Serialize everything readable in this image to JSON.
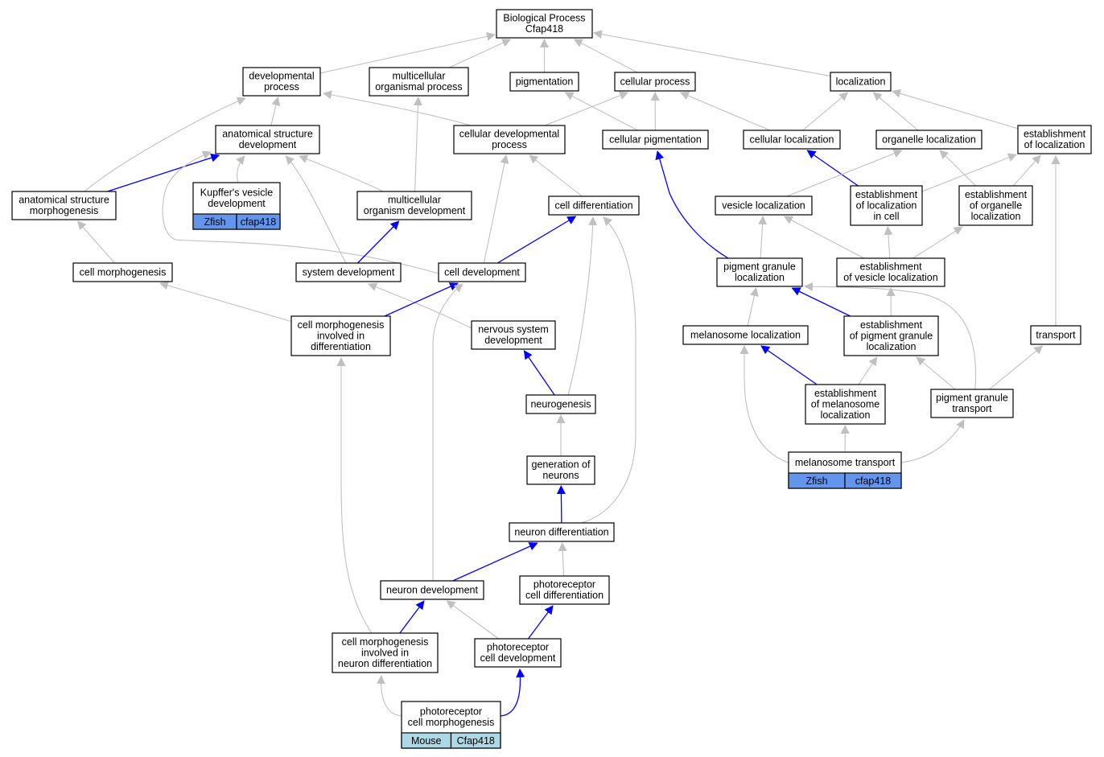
{
  "diagram": {
    "nodes": [
      {
        "id": "bp",
        "lines": [
          "Biological Process",
          "Cfap418"
        ]
      },
      {
        "id": "devproc",
        "lines": [
          "developmental",
          "process"
        ]
      },
      {
        "id": "multiproc",
        "lines": [
          "multicellular",
          "organismal process"
        ]
      },
      {
        "id": "pigm",
        "lines": [
          "pigmentation"
        ]
      },
      {
        "id": "cellproc",
        "lines": [
          "cellular process"
        ]
      },
      {
        "id": "loc",
        "lines": [
          "localization"
        ]
      },
      {
        "id": "anatdev",
        "lines": [
          "anatomical structure",
          "development"
        ]
      },
      {
        "id": "celldevproc",
        "lines": [
          "cellular developmental",
          "process"
        ]
      },
      {
        "id": "cellpigm",
        "lines": [
          "cellular pigmentation"
        ]
      },
      {
        "id": "cellloc",
        "lines": [
          "cellular localization"
        ]
      },
      {
        "id": "orgloc",
        "lines": [
          "organelle localization"
        ]
      },
      {
        "id": "estloc",
        "lines": [
          "establishment",
          "of localization"
        ]
      },
      {
        "id": "anatmorph",
        "lines": [
          "anatomical structure",
          "morphogenesis"
        ]
      },
      {
        "id": "kupffer",
        "lines": [
          "Kupffer's vesicle",
          "development"
        ],
        "annotation": [
          "Zfish",
          "cfap418"
        ],
        "annotation_color": "#6495ed"
      },
      {
        "id": "multidev",
        "lines": [
          "multicellular",
          "organism development"
        ]
      },
      {
        "id": "celldiff",
        "lines": [
          "cell differentiation"
        ]
      },
      {
        "id": "vesloc",
        "lines": [
          "vesicle localization"
        ]
      },
      {
        "id": "estlocincell",
        "lines": [
          "establishment",
          "of localization",
          "in cell"
        ]
      },
      {
        "id": "estorgloc",
        "lines": [
          "establishment",
          "of organelle",
          "localization"
        ]
      },
      {
        "id": "cellmorph",
        "lines": [
          "cell morphogenesis"
        ]
      },
      {
        "id": "sysdev",
        "lines": [
          "system development"
        ]
      },
      {
        "id": "celldev",
        "lines": [
          "cell development"
        ]
      },
      {
        "id": "pgloc",
        "lines": [
          "pigment granule",
          "localization"
        ]
      },
      {
        "id": "estvesloc",
        "lines": [
          "establishment",
          "of vesicle localization"
        ]
      },
      {
        "id": "cmdiff",
        "lines": [
          "cell morphogenesis",
          "involved in",
          "differentiation"
        ]
      },
      {
        "id": "nsdev",
        "lines": [
          "nervous system",
          "development"
        ]
      },
      {
        "id": "melloc",
        "lines": [
          "melanosome localization"
        ]
      },
      {
        "id": "estpgloc",
        "lines": [
          "establishment",
          "of pigment granule",
          "localization"
        ]
      },
      {
        "id": "transport",
        "lines": [
          "transport"
        ]
      },
      {
        "id": "neurogen",
        "lines": [
          "neurogenesis"
        ]
      },
      {
        "id": "estmelloc",
        "lines": [
          "establishment",
          "of melanosome",
          "localization"
        ]
      },
      {
        "id": "pgtrans",
        "lines": [
          "pigment granule",
          "transport"
        ]
      },
      {
        "id": "genneur",
        "lines": [
          "generation of",
          "neurons"
        ]
      },
      {
        "id": "meltrans",
        "lines": [
          "melanosome transport"
        ],
        "annotation": [
          "Zfish",
          "cfap418"
        ],
        "annotation_color": "#6495ed"
      },
      {
        "id": "neurdiff",
        "lines": [
          "neuron differentiation"
        ]
      },
      {
        "id": "neurdev",
        "lines": [
          "neuron development"
        ]
      },
      {
        "id": "photodiff",
        "lines": [
          "photoreceptor",
          "cell differentiation"
        ]
      },
      {
        "id": "cmneurdiff",
        "lines": [
          "cell morphogenesis",
          "involved in",
          "neuron differentiation"
        ]
      },
      {
        "id": "photodev",
        "lines": [
          "photoreceptor",
          "cell development"
        ]
      },
      {
        "id": "photomorph",
        "lines": [
          "photoreceptor",
          "cell morphogenesis"
        ],
        "annotation": [
          "Mouse",
          "Cfap418"
        ],
        "annotation_color": "#add8e6"
      }
    ],
    "edges": [
      {
        "from": "devproc",
        "to": "bp"
      },
      {
        "from": "multiproc",
        "to": "bp"
      },
      {
        "from": "pigm",
        "to": "bp"
      },
      {
        "from": "cellproc",
        "to": "bp"
      },
      {
        "from": "loc",
        "to": "bp"
      },
      {
        "from": "anatdev",
        "to": "devproc"
      },
      {
        "from": "celldevproc",
        "to": "devproc"
      },
      {
        "from": "anatmorph",
        "to": "devproc"
      },
      {
        "from": "multidev",
        "to": "multiproc"
      },
      {
        "from": "cellpigm",
        "to": "pigm"
      },
      {
        "from": "celldevproc",
        "to": "cellproc"
      },
      {
        "from": "cellpigm",
        "to": "cellproc"
      },
      {
        "from": "cellloc",
        "to": "cellproc"
      },
      {
        "from": "cellloc",
        "to": "loc"
      },
      {
        "from": "orgloc",
        "to": "loc"
      },
      {
        "from": "estloc",
        "to": "loc"
      },
      {
        "from": "anatmorph",
        "to": "anatdev",
        "blue": true
      },
      {
        "from": "kupffer",
        "to": "anatdev"
      },
      {
        "from": "multidev",
        "to": "anatdev"
      },
      {
        "from": "sysdev",
        "to": "anatdev"
      },
      {
        "from": "celldev",
        "to": "anatdev"
      },
      {
        "from": "celldiff",
        "to": "celldevproc"
      },
      {
        "from": "celldev",
        "to": "celldevproc"
      },
      {
        "from": "pgloc",
        "to": "cellpigm",
        "blue": true
      },
      {
        "from": "estlocincell",
        "to": "cellloc",
        "blue": true
      },
      {
        "from": "vesloc",
        "to": "orgloc"
      },
      {
        "from": "estorgloc",
        "to": "orgloc"
      },
      {
        "from": "estlocincell",
        "to": "estloc"
      },
      {
        "from": "estorgloc",
        "to": "estloc"
      },
      {
        "from": "transport",
        "to": "estloc"
      },
      {
        "from": "cellmorph",
        "to": "anatmorph"
      },
      {
        "from": "sysdev",
        "to": "multidev",
        "blue": true
      },
      {
        "from": "celldev",
        "to": "celldiff",
        "blue": true
      },
      {
        "from": "neurogen",
        "to": "celldiff"
      },
      {
        "from": "neurdiff",
        "to": "celldiff"
      },
      {
        "from": "pgloc",
        "to": "vesloc"
      },
      {
        "from": "estvesloc",
        "to": "vesloc"
      },
      {
        "from": "estvesloc",
        "to": "estlocincell"
      },
      {
        "from": "estvesloc",
        "to": "estorgloc"
      },
      {
        "from": "cmdiff",
        "to": "cellmorph"
      },
      {
        "from": "nsdev",
        "to": "sysdev"
      },
      {
        "from": "cmdiff",
        "to": "celldev",
        "blue": true
      },
      {
        "from": "neurdev",
        "to": "celldev"
      },
      {
        "from": "melloc",
        "to": "pgloc"
      },
      {
        "from": "estpgloc",
        "to": "pgloc",
        "blue": true
      },
      {
        "from": "pgtrans",
        "to": "pgloc"
      },
      {
        "from": "estpgloc",
        "to": "estvesloc"
      },
      {
        "from": "cmneurdiff",
        "to": "cmdiff"
      },
      {
        "from": "neurogen",
        "to": "nsdev",
        "blue": true
      },
      {
        "from": "meltrans",
        "to": "melloc"
      },
      {
        "from": "estmelloc",
        "to": "melloc",
        "blue": true
      },
      {
        "from": "estmelloc",
        "to": "estpgloc"
      },
      {
        "from": "pgtrans",
        "to": "estpgloc"
      },
      {
        "from": "pgtrans",
        "to": "transport"
      },
      {
        "from": "genneur",
        "to": "neurogen"
      },
      {
        "from": "meltrans",
        "to": "estmelloc"
      },
      {
        "from": "meltrans",
        "to": "pgtrans"
      },
      {
        "from": "neurdiff",
        "to": "genneur",
        "blue": true
      },
      {
        "from": "neurdev",
        "to": "neurdiff",
        "blue": true
      },
      {
        "from": "photodiff",
        "to": "neurdiff"
      },
      {
        "from": "cmneurdiff",
        "to": "neurdev",
        "blue": true
      },
      {
        "from": "photodev",
        "to": "neurdev"
      },
      {
        "from": "photodev",
        "to": "photodiff",
        "blue": true
      },
      {
        "from": "photomorph",
        "to": "cmneurdiff"
      },
      {
        "from": "photomorph",
        "to": "photodev",
        "blue": true
      }
    ]
  }
}
